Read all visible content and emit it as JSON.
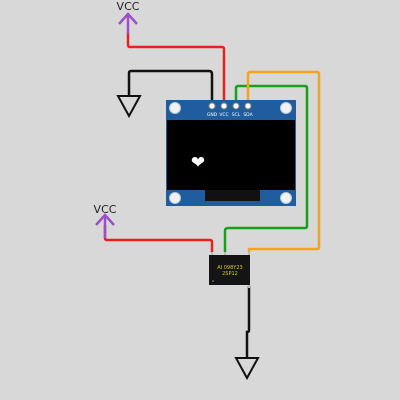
{
  "vcc_top": {
    "label": "VCC"
  },
  "vcc_left": {
    "label": "VCC"
  },
  "oled": {
    "pins": [
      "GND",
      "VCC",
      "SCL",
      "SDA"
    ],
    "screen_glyph": "❤"
  },
  "chip": {
    "line1": "AI 098Y23",
    "line2": "2SP12"
  },
  "colors": {
    "background": "#d8d8d8",
    "wire_red": "#e8211c",
    "wire_black": "#111111",
    "wire_green": "#17a018",
    "wire_orange": "#f3a41c",
    "vcc_symbol": "#9b4fc8",
    "board_blue": "#1f5d9f",
    "chip_text": "#d6d000"
  }
}
